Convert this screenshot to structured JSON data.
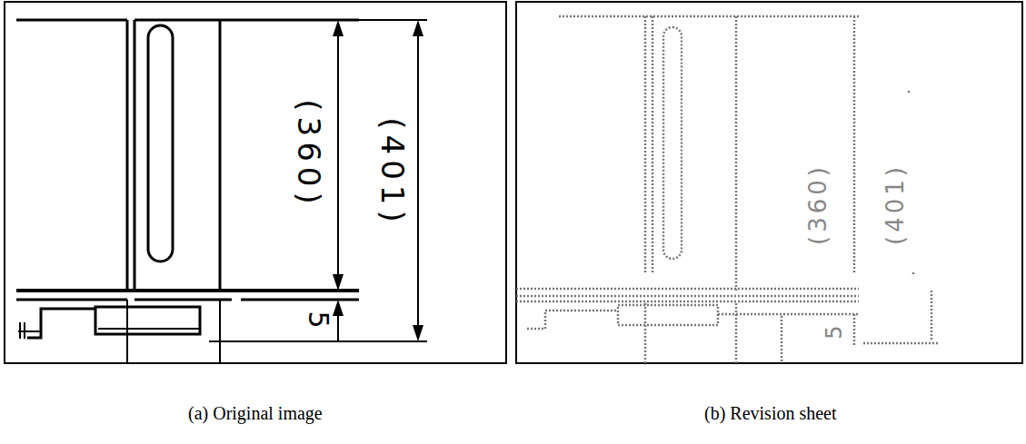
{
  "diagram": {
    "labels": [
      "(360)",
      "(401)",
      "5",
      "(360)",
      "(401)",
      "5",
      "(a) Original image",
      "(b) Revision sheet"
    ]
  }
}
